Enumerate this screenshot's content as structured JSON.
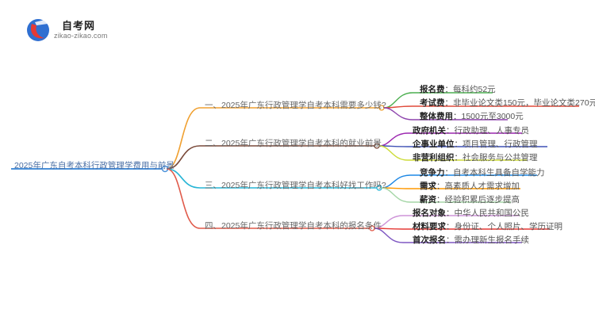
{
  "logo": {
    "name": "自考网",
    "domain": "zikao-zikao.com"
  },
  "root": {
    "label": "2025年广东自考本科行政管理学费用与前景",
    "color": "#4a90d9"
  },
  "branches": [
    {
      "label": "一、2025年广东行政管理学自考本科需要多少钱?",
      "color": "#f0a030",
      "leaves": [
        {
          "key": "报名费",
          "text": "每科约52元",
          "color": "#4caf50"
        },
        {
          "key": "考试费",
          "text": "非毕业论文类150元，毕业论文类270元",
          "color": "#e04a3a"
        },
        {
          "key": "整体费用",
          "text": "1500元至3000元",
          "color": "#8e44ad"
        }
      ]
    },
    {
      "label": "二、2025年广东行政管理学自考本科的就业前景",
      "color": "#7a4a3a",
      "leaves": [
        {
          "key": "政府机关",
          "text": "行政助理、人事专员",
          "color": "#9c27b0"
        },
        {
          "key": "企事业单位",
          "text": "项目管理、行政管理",
          "color": "#3f51b5"
        },
        {
          "key": "非营利组织",
          "text": "社会服务与公共管理",
          "color": "#cddc39"
        }
      ]
    },
    {
      "label": "三、2025年广东行政管理学自考本科好找工作吗?",
      "color": "#27b5d6",
      "leaves": [
        {
          "key": "竞争力",
          "text": "自考本科生具备自学能力",
          "color": "#1e88e5"
        },
        {
          "key": "需求",
          "text": "高素质人才需求增加",
          "color": "#ff9800"
        },
        {
          "key": "薪资",
          "text": "经验积累后逐步提高",
          "color": "#a5d6a7"
        }
      ]
    },
    {
      "label": "四、2025年广东行政管理学自考本科的报名条件",
      "color": "#e05a4a",
      "leaves": [
        {
          "key": "报名对象",
          "text": "中华人民共和国公民",
          "color": "#ce93d8"
        },
        {
          "key": "材料要求",
          "text": "身份证、个人照片、学历证明",
          "color": "#e53935"
        },
        {
          "key": "首次报名",
          "text": "需办理新生报名手续",
          "color": "#7e57c2"
        }
      ]
    }
  ]
}
